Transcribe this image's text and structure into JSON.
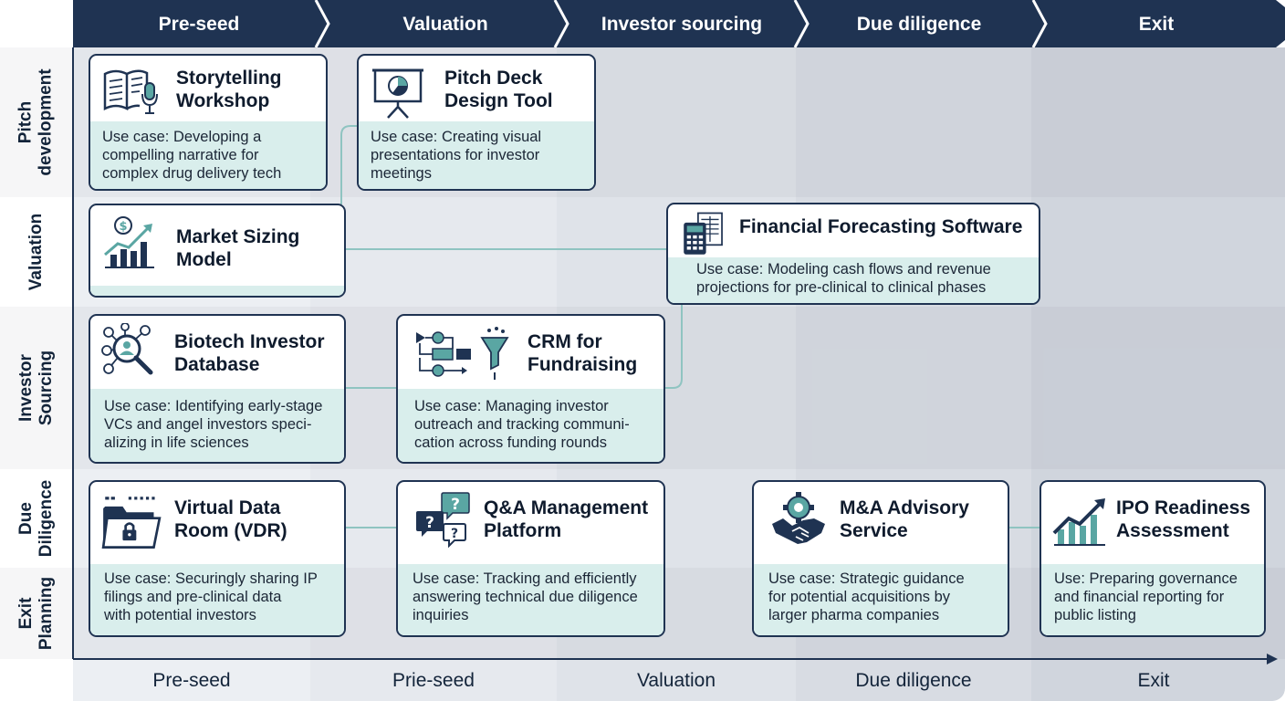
{
  "header": {
    "stages": [
      "Pre-seed",
      "Valuation",
      "Investor sourcing",
      "Due diligence",
      "Exit"
    ]
  },
  "rows": [
    "Pitch\ndevelopment",
    "Valuation",
    "Investor\nSourcing",
    "Due\nDiligence",
    "Exit\nPlanning"
  ],
  "footer": {
    "stages": [
      "Pre-seed",
      "Prie-seed",
      "Valuation",
      "Due diligence",
      "Exit"
    ]
  },
  "cards": {
    "storytelling": {
      "title": "Storytelling\nWorkshop",
      "use_case": "Use case: Developing a\ncompelling narrative for\ncomplex drug delivery tech",
      "icon": "book-microphone-icon"
    },
    "pitch_deck": {
      "title": "Pitch Deck\nDesign Tool",
      "use_case": "Use case: Creating visual\npresentations for investor\nmeetings",
      "icon": "presentation-board-icon"
    },
    "market_sizing": {
      "title": "Market Sizing\nModel",
      "use_case": "",
      "icon": "growth-chart-dollar-icon"
    },
    "financial_forecasting": {
      "title": "Financial Forecasting Software",
      "use_case": "Use case: Modeling cash flows and revenue\nprojections for pre-clinical to clinical phases",
      "icon": "calculator-spreadsheet-icon"
    },
    "investor_database": {
      "title": "Biotech Investor\nDatabase",
      "use_case": "Use case: Identifying early-stage\nVCs and angel investors speci-\nalizing in life sciences",
      "icon": "network-search-icon"
    },
    "crm": {
      "title": "CRM for\nFundraising",
      "use_case": "Use case: Managing investor\noutreach and tracking communi-\ncation across funding rounds",
      "icon": "flowchart-funnel-icon"
    },
    "vdr": {
      "title": "Virtual Data\nRoom (VDR)",
      "use_case": "Use case: Securingly sharing IP\nfilings and pre-clinical data\nwith potential investors",
      "icon": "locked-folder-icon"
    },
    "qa": {
      "title": "Q&A Management\nPlatform",
      "use_case": "Use case: Tracking and efficiently\nanswering technical due diligence\ninquiries",
      "icon": "question-bubbles-icon"
    },
    "ma": {
      "title": "M&A Advisory\nService",
      "use_case": "Use case: Strategic guidance\nfor potential acquisitions by\nlarger pharma companies",
      "icon": "handshake-gear-icon"
    },
    "ipo": {
      "title": "IPO Readiness\nAssessment",
      "use_case": "Use: Preparing governance\nand financial reporting for\npublic listing",
      "icon": "rising-bar-chart-icon"
    }
  },
  "colors": {
    "navy": "#1f3352",
    "teal": "#5aa6a3",
    "card_body": "#d9eeec"
  }
}
